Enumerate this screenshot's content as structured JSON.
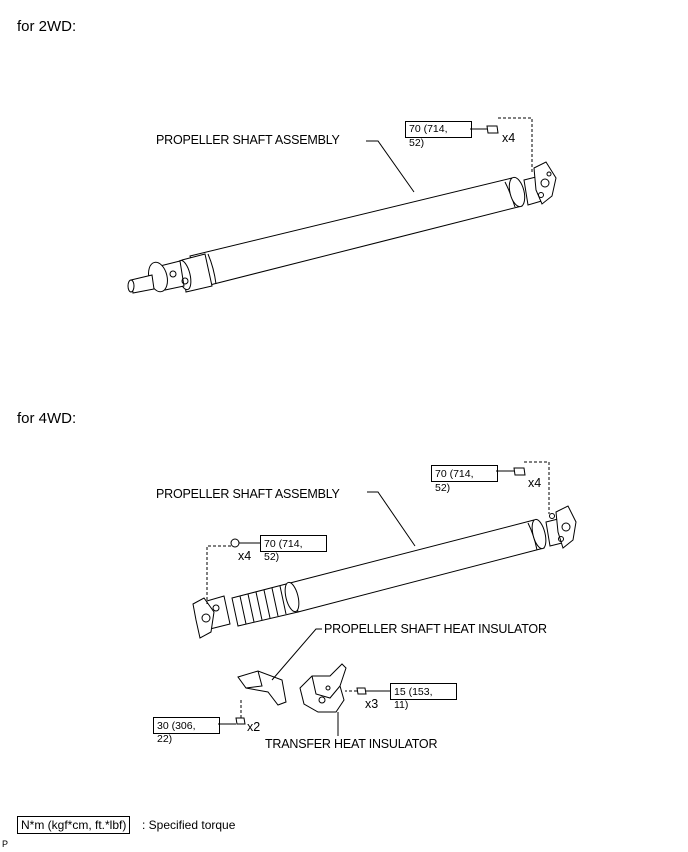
{
  "sections": {
    "two_wd": {
      "title": "for 2WD:",
      "part_label": "PROPELLER SHAFT ASSEMBLY",
      "torque": {
        "line1": "70 (714,",
        "line2": "52)"
      },
      "qty": "x4"
    },
    "four_wd": {
      "title": "for 4WD:",
      "shaft_label": "PROPELLER SHAFT ASSEMBLY",
      "torque_rear": {
        "line1": "70 (714,",
        "line2": "52)"
      },
      "qty_rear": "x4",
      "torque_front": {
        "line1": "70 (714,",
        "line2": "52)"
      },
      "qty_front": "x4",
      "heat_insulator_label": "PROPELLER SHAFT HEAT INSULATOR",
      "transfer_label": "TRANSFER HEAT INSULATOR",
      "torque_transfer": {
        "line1": "15 (153,",
        "line2": "11)"
      },
      "qty_transfer": "x3",
      "torque_insulator": {
        "line1": "30 (306,",
        "line2": "22)"
      },
      "qty_insulator": "x2"
    }
  },
  "legend": {
    "box_text": "N*m (kgf*cm, ft.*lbf)",
    "description": ": Specified torque"
  },
  "corner_mark": "P"
}
